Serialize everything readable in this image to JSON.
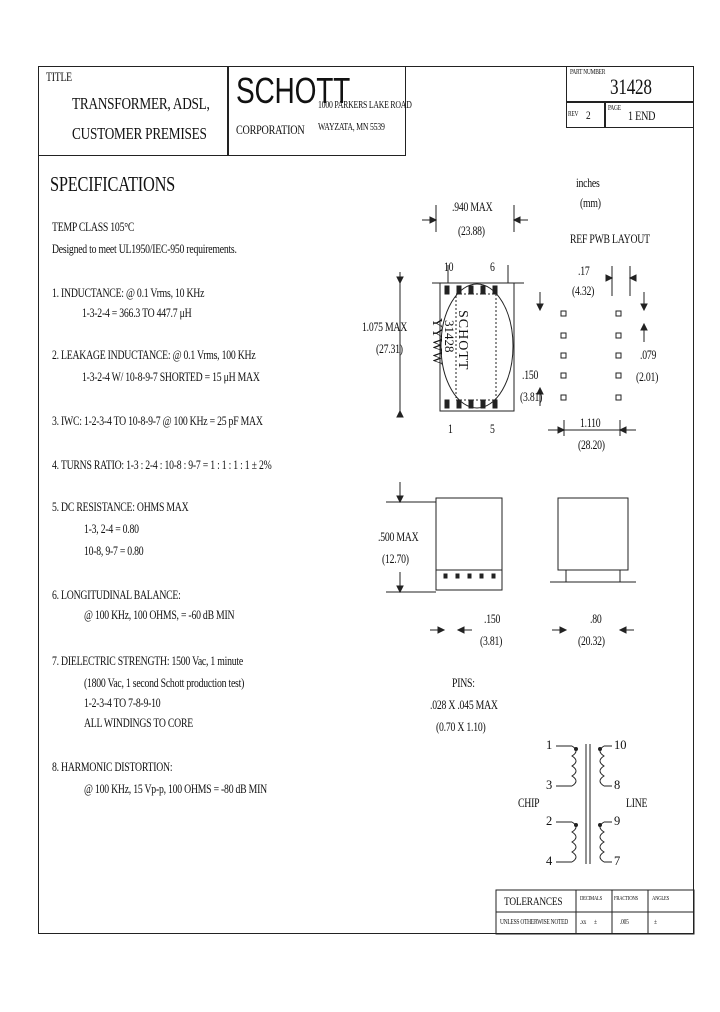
{
  "title_block": {
    "title_label": "TITLE",
    "title_line1": "TRANSFORMER, ADSL,",
    "title_line2": "CUSTOMER PREMISES",
    "company_logo": "SCHOTT",
    "company_sub": "CORPORATION",
    "address_line1": "1000 PARKERS LAKE ROAD",
    "address_line2": "WAYZATA, MN  5539",
    "part_number_label": "PART NUMBER",
    "part_number": "31428",
    "rev_label": "REV",
    "rev_value": "2",
    "page_label": "PAGE",
    "page_value": "1 END"
  },
  "specs": {
    "heading": "SPECIFICATIONS",
    "temp_class": "TEMP CLASS  105°C",
    "designed": "Designed to meet UL1950/IEC-950 requirements.",
    "items": [
      {
        "l1": "1. INDUCTANCE: @ 0.1 Vrms, 10 KHz",
        "l2": "1-3-2-4 = 366.3 TO 447.7 μH"
      },
      {
        "l1": "2. LEAKAGE INDUCTANCE: @ 0.1 Vrms, 100 KHz",
        "l2": "1-3-2-4 W/ 10-8-9-7 SHORTED = 15 μH MAX"
      },
      {
        "l1": "3. IWC: 1-2-3-4 TO 10-8-9-7 @ 100 KHz = 25 pF MAX"
      },
      {
        "l1": "4. TURNS RATIO: 1-3 : 2-4 : 10-8 : 9-7 = 1 : 1 : 1 : 1 ± 2%"
      },
      {
        "l1": "5. DC RESISTANCE: OHMS MAX",
        "l2": "1-3, 2-4 = 0.80",
        "l3": "10-8, 9-7 = 0.80"
      },
      {
        "l1": "6. LONGITUDINAL BALANCE:",
        "l2": "@ 100 KHz, 100 OHMS,  = -60 dB MIN"
      },
      {
        "l1": "7. DIELECTRIC STRENGTH: 1500 Vac, 1 minute",
        "l2": "(1800 Vac, 1 second Schott production test)",
        "l3": "1-2-3-4 TO 7-8-9-10",
        "l4": "ALL WINDINGS TO CORE"
      },
      {
        "l1": "8. HARMONIC DISTORTION:",
        "l2": "@ 100 KHz, 15 Vp-p, 100 OHMS = -80 dB MIN"
      }
    ]
  },
  "drawing": {
    "units_l1": "inches",
    "units_l2": "(mm)",
    "width_dim": ".940 MAX",
    "width_mm": "(23.88)",
    "height_dim": "1.075 MAX",
    "height_mm": "(27.31)",
    "pin_10": "10",
    "pin_6": "6",
    "pin_1": "1",
    "pin_5": "5",
    "marking_1": "SCHOTT",
    "marking_2": "31428",
    "marking_3": "YYWW",
    "pwb_label": "REF PWB LAYOUT",
    "pad_dim": ".17",
    "pad_mm": "(4.32)",
    "pad_pitch": ".079",
    "pad_pitch_mm": "(2.01)",
    "row_pitch": ".150",
    "row_pitch_mm": "(3.81)",
    "row_span": "1.110",
    "row_span_mm": "(28.20)",
    "side_height": ".500 MAX",
    "side_height_mm": "(12.70)",
    "side_pitch": ".150",
    "side_pitch_mm": "(3.81)",
    "end_width": ".80",
    "end_width_mm": "(20.32)",
    "pins_title": "PINS:",
    "pins_dim": ".028 X .045 MAX",
    "pins_mm": "(0.70 X 1.10)",
    "sch_chip": "CHIP",
    "sch_line": "LINE",
    "sch_p1": "1",
    "sch_p3": "3",
    "sch_p2": "2",
    "sch_p4": "4",
    "sch_p10": "10",
    "sch_p8": "8",
    "sch_p9": "9",
    "sch_p7": "7"
  },
  "tolerances": {
    "label": "TOLERANCES",
    "unless": "UNLESS OTHERWISE NOTED",
    "col1": "DECIMALS",
    "col2": "FRACTIONS",
    "col3": "ANGLES",
    "v1": ".xx",
    "v2": "±",
    "v3": ".005",
    "v4": "±"
  }
}
